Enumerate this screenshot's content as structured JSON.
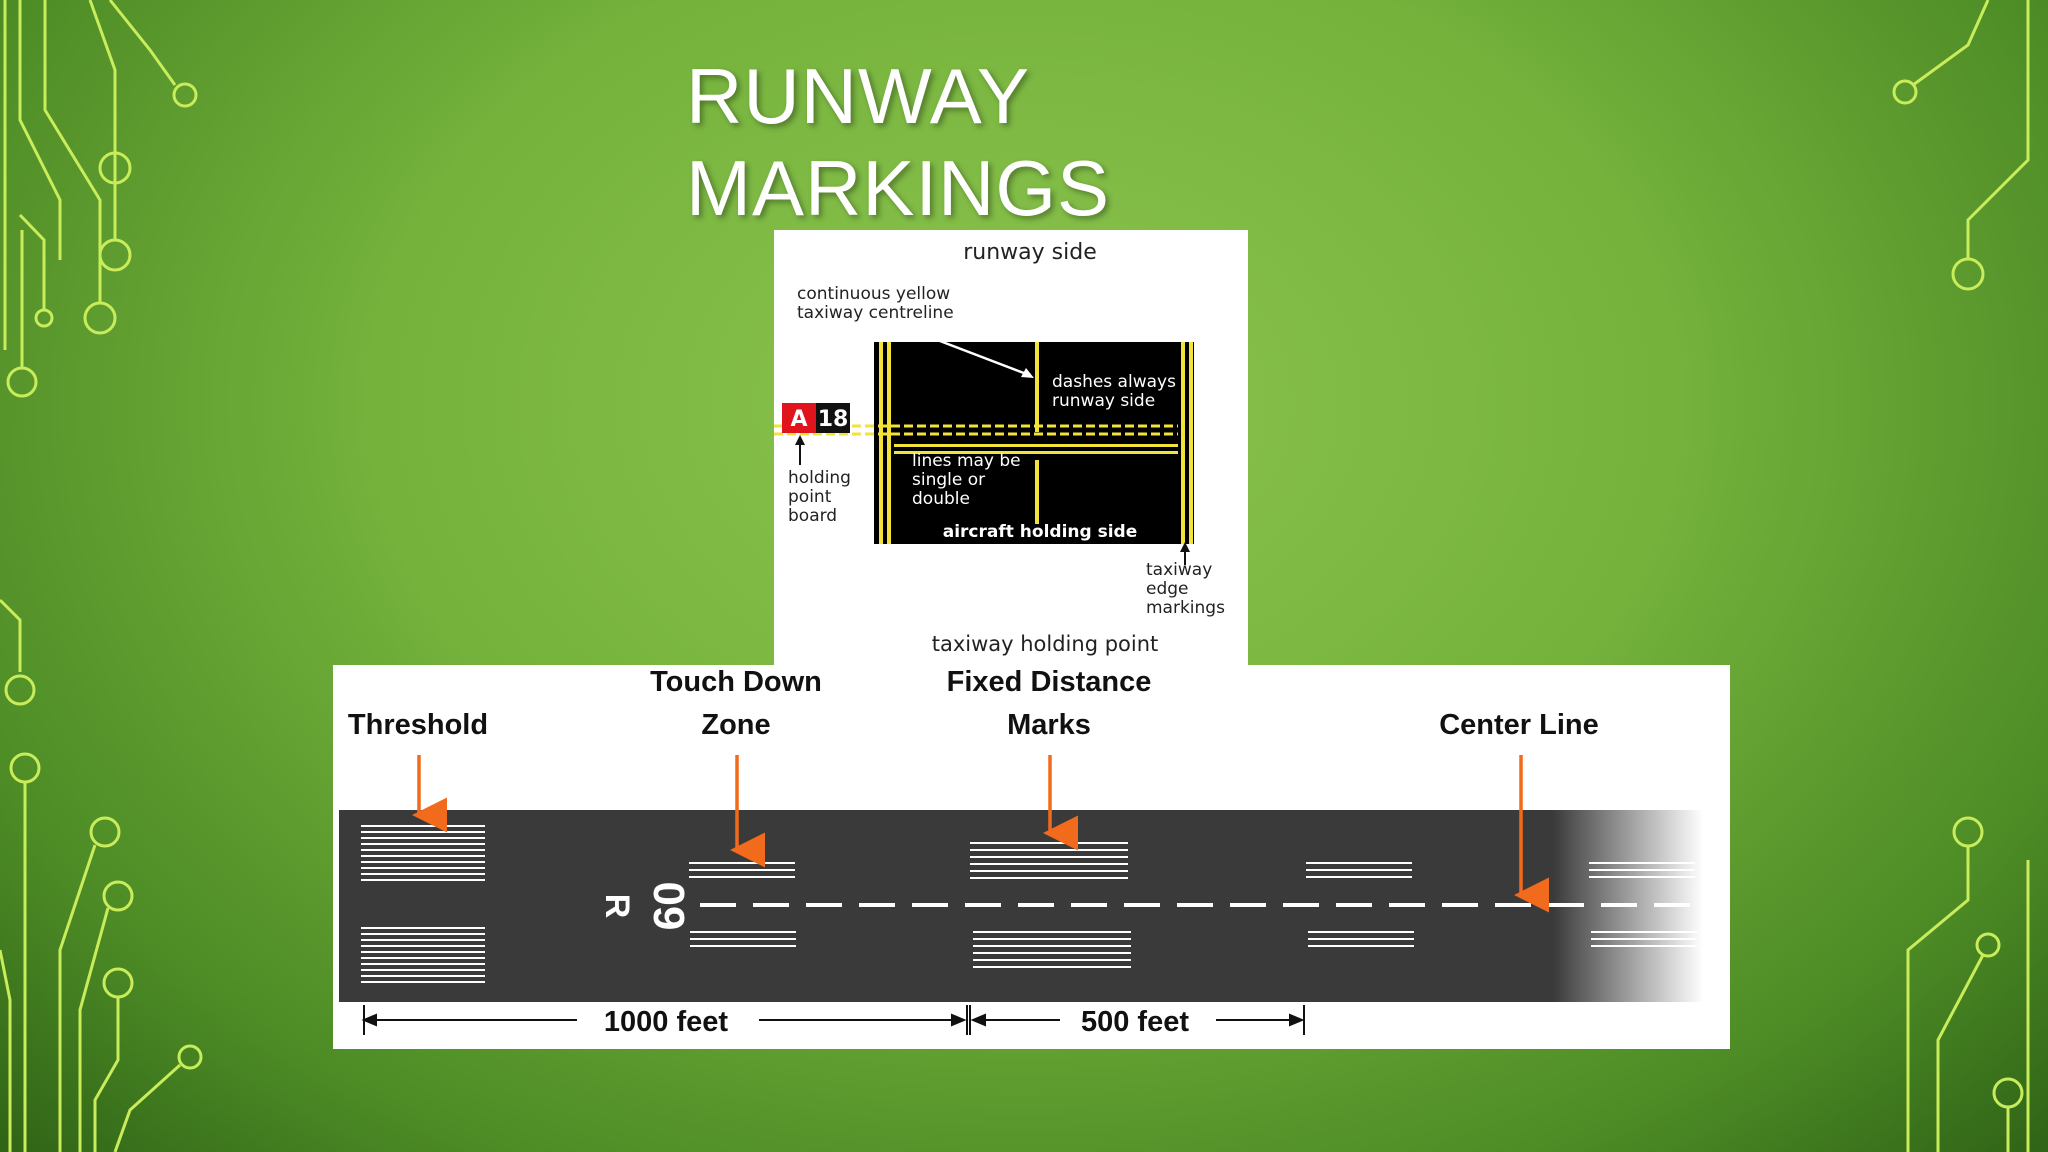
{
  "slide": {
    "title_line1": "RUNWAY",
    "title_line2": "MARKINGS"
  },
  "holding_diagram": {
    "top_label": "runway side",
    "centreline_label_1": "continuous yellow",
    "centreline_label_2": "taxiway centreline",
    "dashes_label_1": "dashes always",
    "dashes_label_2": "runway side",
    "lines_label_1": "lines may be",
    "lines_label_2": "single or",
    "lines_label_3": "double",
    "aircraft_label": "aircraft holding side",
    "board_letter": "A",
    "board_number": "18",
    "board_label_1": "holding",
    "board_label_2": "point",
    "board_label_3": "board",
    "edge_label_1": "taxiway",
    "edge_label_2": "edge",
    "edge_label_3": "markings",
    "bottom_label": "taxiway holding point"
  },
  "runway_diagram": {
    "threshold_label": "Threshold",
    "tdz_label_1": "Touch Down",
    "tdz_label_2": "Zone",
    "fdm_label_1": "Fixed Distance",
    "fdm_label_2": "Marks",
    "centerline_label": "Center Line",
    "runway_number": "09",
    "runway_letter": "R",
    "distance_1": "1000 feet",
    "distance_2": "500 feet"
  },
  "colors": {
    "background_green": "#74b23c",
    "taxiway_yellow": "#f2e23a",
    "arrow_orange": "#f26a1b",
    "board_red": "#e0141c",
    "runway_asphalt": "#3a3a3a"
  }
}
